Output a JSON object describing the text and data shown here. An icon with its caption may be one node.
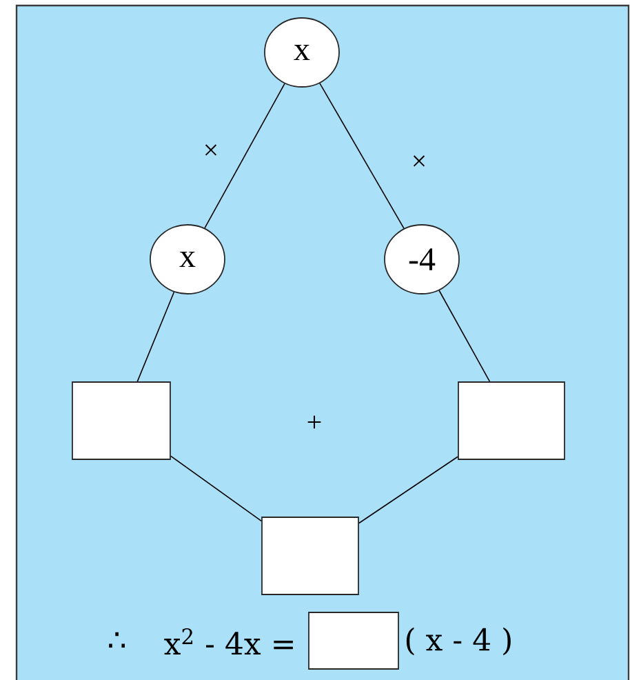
{
  "diagram": {
    "nodes": [
      {
        "text": [
          "x"
        ]
      },
      {
        "text": [
          "x"
        ]
      },
      {
        "text": [
          "-4"
        ]
      },
      {
        "text": [],
        "shape": "box"
      },
      {
        "text": [],
        "shape": "box"
      },
      {
        "text": [],
        "shape": "box"
      }
    ],
    "edges": [
      {
        "from": 0,
        "to": 1,
        "arrow": "none"
      },
      {
        "from": 0,
        "to": 2,
        "arrow": "none"
      },
      {
        "from": 1,
        "to": 3,
        "arrow": "none"
      },
      {
        "from": 2,
        "to": 4,
        "arrow": "none"
      },
      {
        "from": 3,
        "to": 5,
        "arrow": "none"
      },
      {
        "from": 4,
        "to": 5,
        "arrow": "none"
      }
    ],
    "labels": [
      "×",
      "×",
      "+",
      "∴",
      "x$^{2}$ - 4x =",
      "( x - 4 )"
    ]
  }
}
